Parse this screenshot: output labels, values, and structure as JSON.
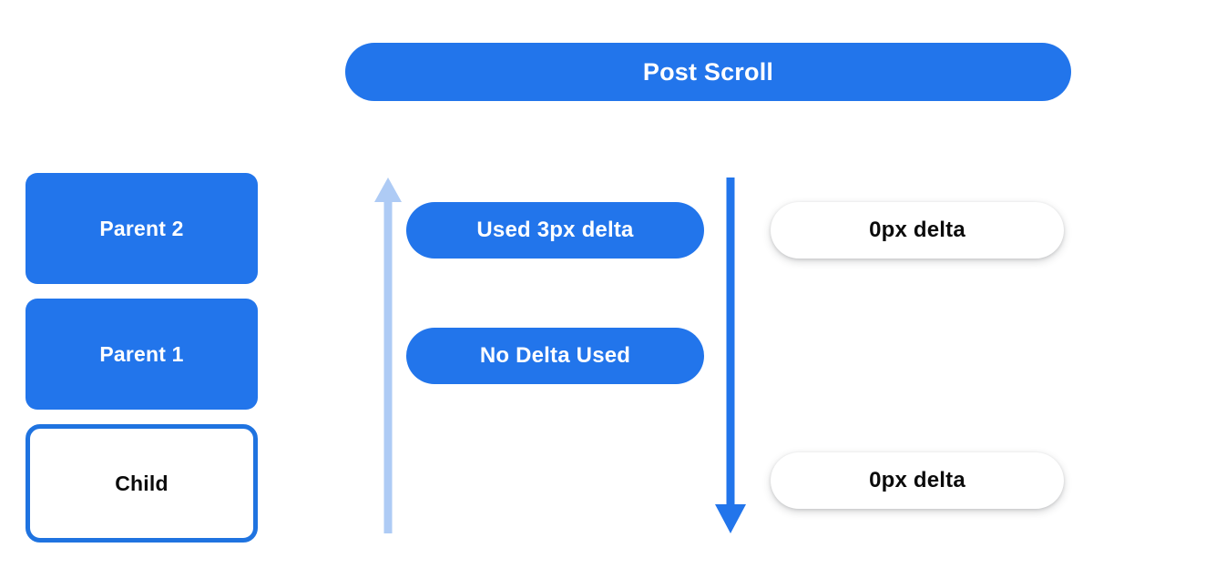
{
  "header": {
    "title": "Post Scroll"
  },
  "colors": {
    "brand_blue": "#2275eb",
    "child_border_blue": "#1f73e0",
    "light_blue_arrow": "#aecbf5",
    "dark_blue_arrow": "#2275eb",
    "white": "#ffffff",
    "text_dark": "#0b0b0b"
  },
  "left_stack": {
    "items": [
      {
        "label": "Parent 2",
        "style": "filled"
      },
      {
        "label": "Parent 1",
        "style": "filled"
      },
      {
        "label": "Child",
        "style": "outlined"
      }
    ]
  },
  "arrows": [
    {
      "name": "up-arrow",
      "direction": "up",
      "color": "#aecbf5"
    },
    {
      "name": "down-arrow",
      "direction": "down",
      "color": "#2275eb"
    }
  ],
  "middle_pills": [
    {
      "label": "Used 3px delta"
    },
    {
      "label": "No Delta Used"
    }
  ],
  "right_pills": [
    {
      "label": "0px delta"
    },
    {
      "label": "0px delta"
    }
  ]
}
